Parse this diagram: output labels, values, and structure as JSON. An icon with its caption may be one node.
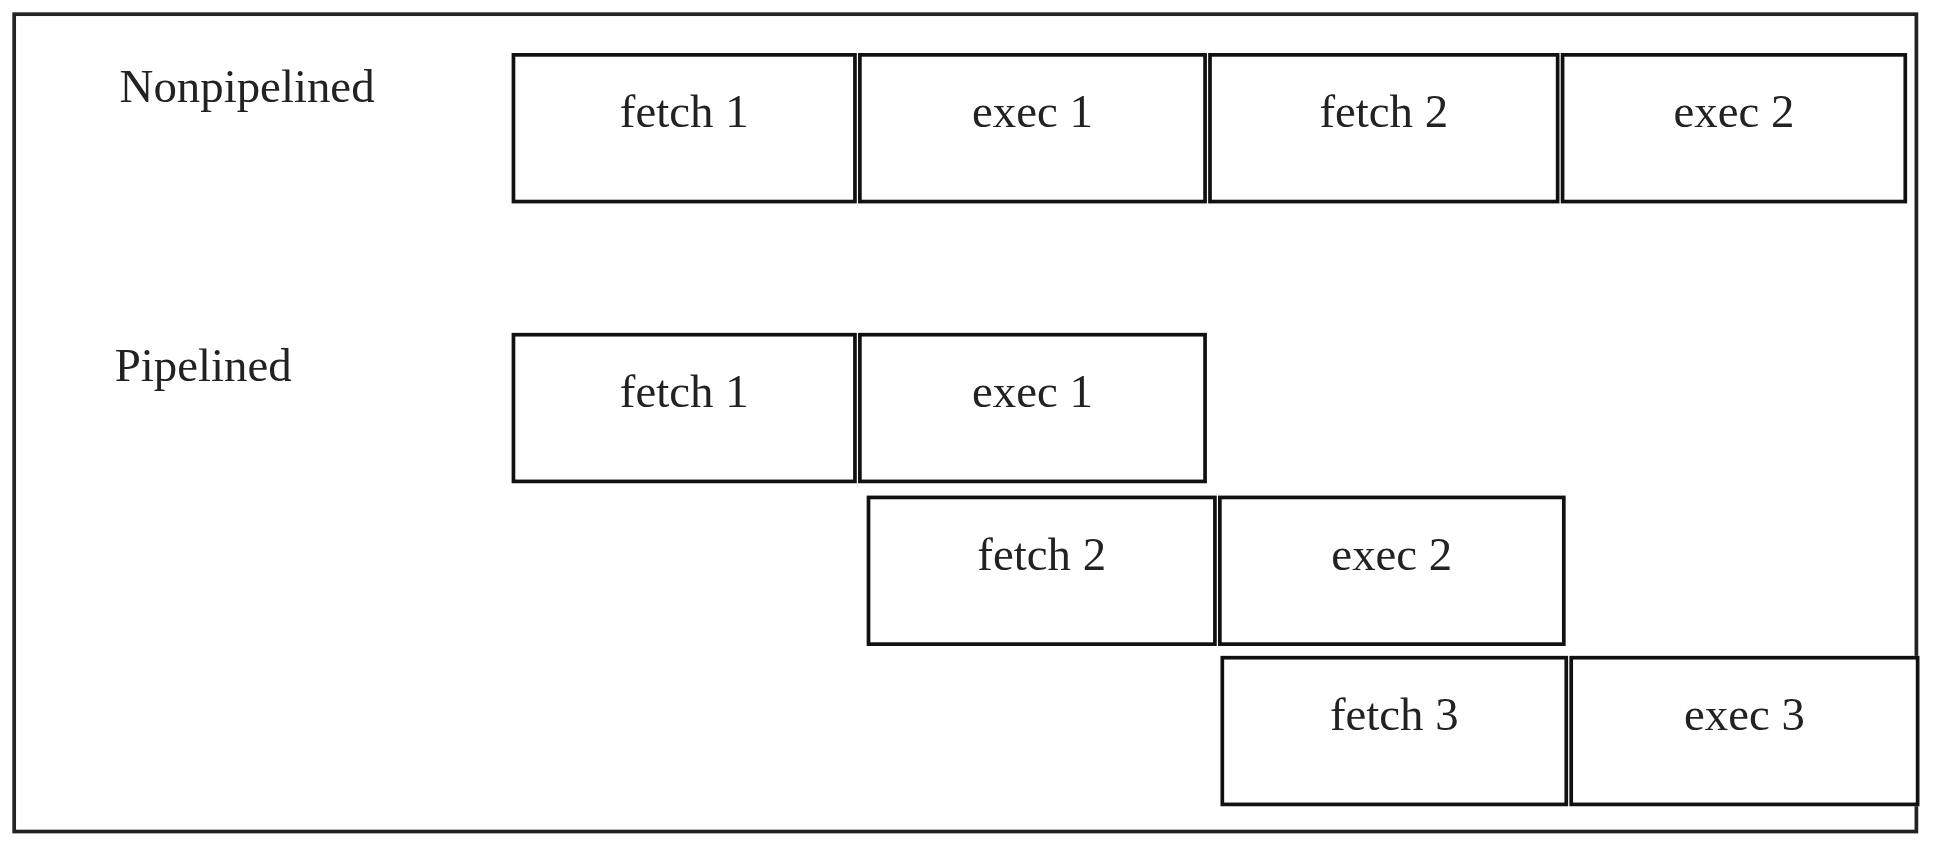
{
  "diagram": {
    "nodes": [
      {
        "text": [
          "fetch 1"
        ]
      },
      {
        "text": [
          "exec 1"
        ]
      },
      {
        "text": [
          "fetch 2"
        ]
      },
      {
        "text": [
          "exec 2"
        ]
      },
      {
        "text": [
          "fetch 1"
        ]
      },
      {
        "text": [
          "exec 1"
        ]
      },
      {
        "text": [
          "fetch 2"
        ]
      },
      {
        "text": [
          "exec 2"
        ]
      },
      {
        "text": [
          "fetch 3"
        ]
      },
      {
        "text": [
          "exec 3"
        ]
      }
    ],
    "labels": [
      "Nonpipelined",
      "Pipelined"
    ]
  }
}
